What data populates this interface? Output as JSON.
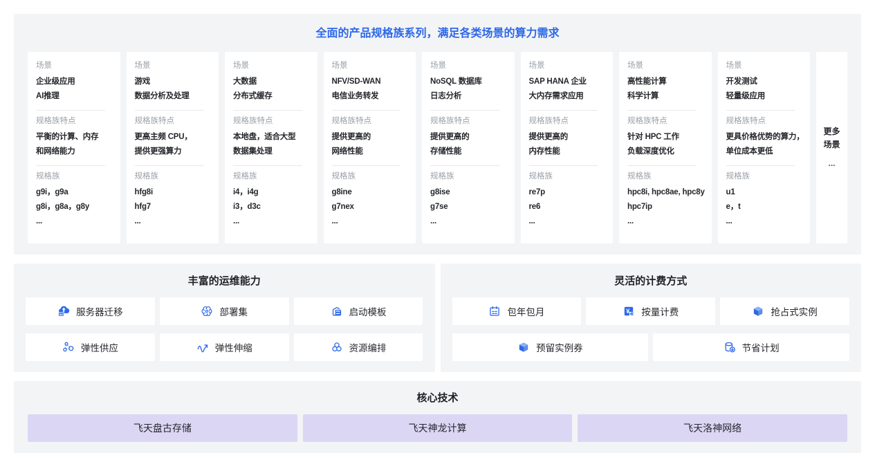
{
  "colors": {
    "accent": "#2d68e8",
    "panel_bg": "#f3f4f6",
    "core_bar_bg": "#dcd6f5",
    "label_gray": "#9aa0a8"
  },
  "top": {
    "title": "全面的产品规格族系列，满足各类场景的算力需求",
    "labels": {
      "scene": "场景",
      "feature": "规格族特点",
      "family": "规格族"
    },
    "cards": [
      {
        "scene": [
          "企业级应用",
          "AI推理"
        ],
        "feature": [
          "平衡的计算、内存",
          "和网络能力"
        ],
        "family": [
          "g9i，g9a",
          "g8i，g8a，g8y",
          "..."
        ]
      },
      {
        "scene": [
          "游戏",
          "数据分析及处理"
        ],
        "feature": [
          "更高主频 CPU，",
          "提供更强算力"
        ],
        "family": [
          "hfg8i",
          "hfg7",
          "..."
        ]
      },
      {
        "scene": [
          "大数据",
          "分布式缓存"
        ],
        "feature": [
          "本地盘，适合大型",
          "数据集处理"
        ],
        "family": [
          "i4，i4g",
          "i3，d3c",
          "..."
        ]
      },
      {
        "scene": [
          "NFV/SD-WAN",
          "电信业务转发"
        ],
        "feature": [
          "提供更高的",
          "网络性能"
        ],
        "family": [
          "g8ine",
          "g7nex",
          "..."
        ]
      },
      {
        "scene": [
          "NoSQL 数据库",
          "日志分析"
        ],
        "feature": [
          "提供更高的",
          "存储性能"
        ],
        "family": [
          "g8ise",
          "g7se",
          "..."
        ]
      },
      {
        "scene": [
          "SAP HANA 企业",
          "大内存需求应用"
        ],
        "feature": [
          "提供更高的",
          "内存性能"
        ],
        "family": [
          "re7p",
          "re6",
          "..."
        ]
      },
      {
        "scene": [
          "高性能计算",
          "科学计算"
        ],
        "feature": [
          "针对 HPC 工作",
          "负载深度优化"
        ],
        "family": [
          "hpc8i, hpc8ae, hpc8y",
          "hpc7ip",
          "..."
        ]
      },
      {
        "scene": [
          "开发测试",
          "轻量级应用"
        ],
        "feature": [
          "更具价格优势的算力，",
          "单位成本更低"
        ],
        "family": [
          "u1",
          "e，t",
          "..."
        ]
      }
    ],
    "more": [
      "更多",
      "场景",
      "..."
    ]
  },
  "ops": {
    "title": "丰富的运维能力",
    "items": [
      {
        "label": "服务器迁移",
        "icon": "server-migration-icon"
      },
      {
        "label": "部署集",
        "icon": "deployment-set-icon"
      },
      {
        "label": "启动模板",
        "icon": "launch-template-icon"
      },
      {
        "label": "弹性供应",
        "icon": "elastic-provisioning-icon"
      },
      {
        "label": "弹性伸缩",
        "icon": "auto-scaling-icon"
      },
      {
        "label": "资源编排",
        "icon": "resource-orchestration-icon"
      }
    ]
  },
  "billing": {
    "title": "灵活的计费方式",
    "items": [
      {
        "label": "包年包月",
        "icon": "calendar-icon"
      },
      {
        "label": "按量计费",
        "icon": "pay-as-you-go-icon"
      },
      {
        "label": "抢占式实例",
        "icon": "spot-instance-icon"
      },
      {
        "label": "预留实例券",
        "icon": "reserved-instance-icon"
      },
      {
        "label": "节省计划",
        "icon": "savings-plan-icon"
      }
    ]
  },
  "core": {
    "title": "核心技术",
    "items": [
      "飞天盘古存储",
      "飞天神龙计算",
      "飞天洛神网络"
    ]
  }
}
